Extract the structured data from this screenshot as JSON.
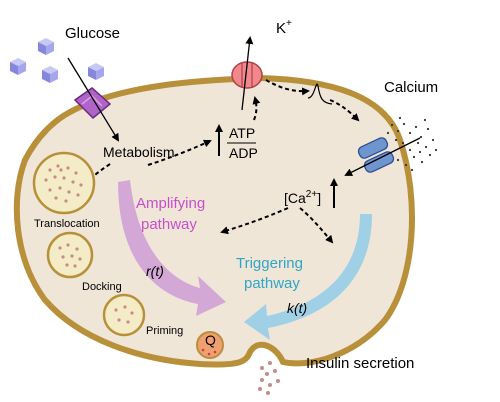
{
  "labels": {
    "glucose": "Glucose",
    "potassium": "K",
    "potassium_sup": "+",
    "calcium": "Calcium",
    "metabolism": "Metabolism",
    "atp": "ATP",
    "adp": "ADP",
    "ca_internal_open": "[Ca",
    "ca_internal_sup": "2+",
    "ca_internal_close": "]",
    "amplifying_line1": "Amplifying",
    "amplifying_line2": "pathway",
    "triggering_line1": "Triggering",
    "triggering_line2": "pathway",
    "translocation": "Translocation",
    "docking": "Docking",
    "priming": "Priming",
    "r_t": "r(t)",
    "k_t": "k(t)",
    "q": "Q",
    "insulin_secretion": "Insulin secretion"
  },
  "colors": {
    "membrane": "#b8903a",
    "cytoplasm": "#efe6d8",
    "amplifying": "#c94fc9",
    "amplifying_arrow": "#d4a8d6",
    "triggering": "#2fa6c4",
    "triggering_arrow": "#9fd0e6",
    "glucose_cube": "#9c9ce8",
    "transporter": "#b064c8",
    "k_channel": "#f0888c",
    "ca_channel": "#6f95cf",
    "granule_fill": "#f4ecc6",
    "q_fill": "#f0a070"
  }
}
